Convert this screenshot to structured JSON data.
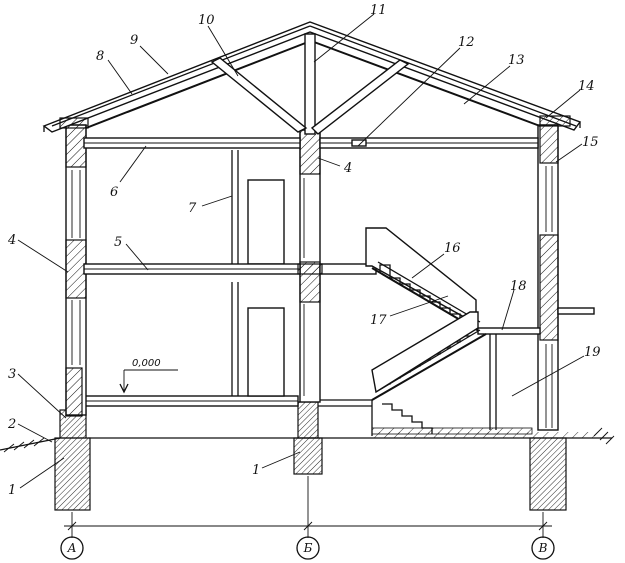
{
  "elevation": {
    "label": "0,000"
  },
  "axes": [
    {
      "id": "A",
      "label": "А"
    },
    {
      "id": "B",
      "label": "Б"
    },
    {
      "id": "V",
      "label": "В"
    }
  ],
  "callouts": [
    {
      "id": "c1a",
      "text": "1"
    },
    {
      "id": "c1b",
      "text": "1"
    },
    {
      "id": "c2",
      "text": "2"
    },
    {
      "id": "c3",
      "text": "3"
    },
    {
      "id": "c4a",
      "text": "4"
    },
    {
      "id": "c4b",
      "text": "4"
    },
    {
      "id": "c5",
      "text": "5"
    },
    {
      "id": "c6",
      "text": "6"
    },
    {
      "id": "c7",
      "text": "7"
    },
    {
      "id": "c8",
      "text": "8"
    },
    {
      "id": "c9",
      "text": "9"
    },
    {
      "id": "c10",
      "text": "10"
    },
    {
      "id": "c11",
      "text": "11"
    },
    {
      "id": "c12",
      "text": "12"
    },
    {
      "id": "c13",
      "text": "13"
    },
    {
      "id": "c14",
      "text": "14"
    },
    {
      "id": "c15",
      "text": "15"
    },
    {
      "id": "c16",
      "text": "16"
    },
    {
      "id": "c17",
      "text": "17"
    },
    {
      "id": "c18",
      "text": "18"
    },
    {
      "id": "c19",
      "text": "19"
    }
  ]
}
